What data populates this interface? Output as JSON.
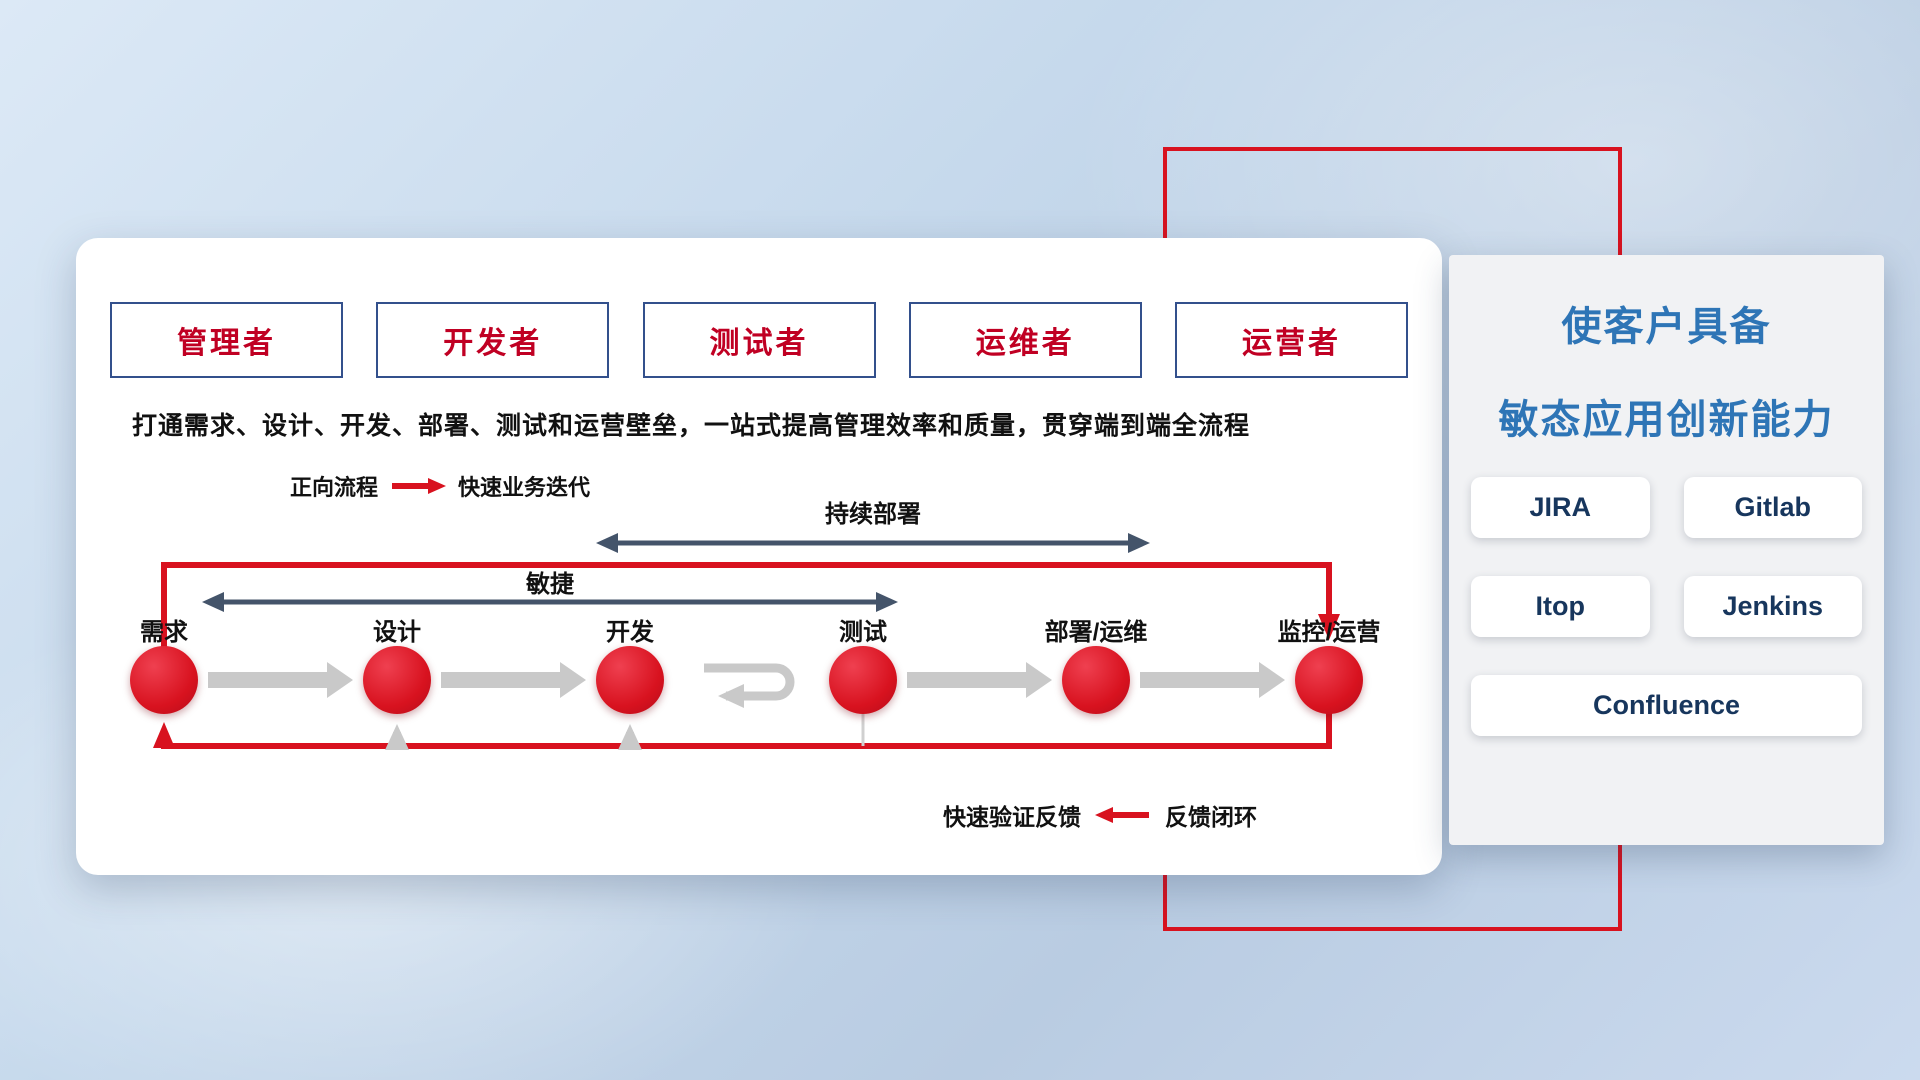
{
  "panel": {
    "roles": [
      {
        "label": "管理者"
      },
      {
        "label": "开发者"
      },
      {
        "label": "测试者"
      },
      {
        "label": "运维者"
      },
      {
        "label": "运营者"
      }
    ],
    "description": "打通需求、设计、开发、部署、测试和运营壁垒，一站式提高管理效率和质量，贯穿端到端全流程",
    "legend_forward": {
      "label": "正向流程",
      "value": "快速业务迭代"
    },
    "arrow_labels": {
      "continuous_deploy": "持续部署",
      "agile": "敏捷"
    },
    "stages": [
      {
        "label": "需求"
      },
      {
        "label": "设计"
      },
      {
        "label": "开发"
      },
      {
        "label": "测试"
      },
      {
        "label": "部署/运维"
      },
      {
        "label": "监控/运营"
      }
    ],
    "legend_feedback": {
      "label": "快速验证反馈",
      "value": "反馈闭环"
    }
  },
  "side": {
    "title_line1": "使客户具备",
    "title_line2": "敏态应用创新能力",
    "tools": [
      {
        "label": "JIRA"
      },
      {
        "label": "Gitlab"
      },
      {
        "label": "Itop"
      },
      {
        "label": "Jenkins"
      },
      {
        "label": "Confluence"
      }
    ]
  },
  "colors": {
    "accent_red": "#d8121f",
    "dark_arrow": "#44546a",
    "gray_arrow": "#c9c9c9",
    "title_blue": "#2e75b6",
    "tool_text": "#17365d",
    "role_text": "#c00023",
    "role_border": "#33508c"
  }
}
